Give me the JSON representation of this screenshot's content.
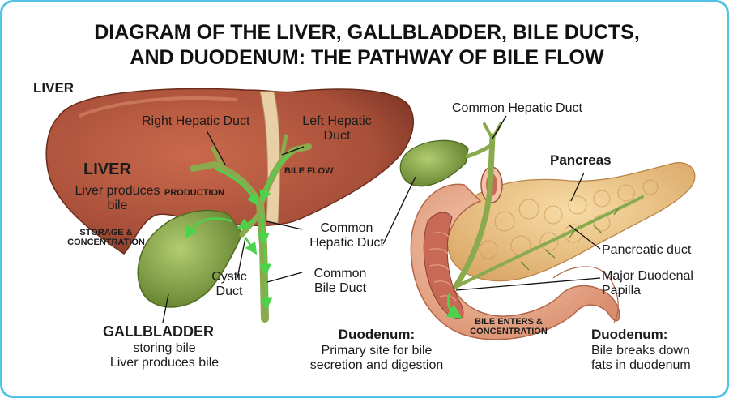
{
  "title": {
    "line1": "DIAGRAM OF THE LIVER, GALLBLADDER, BILE DUCTS,",
    "line2": "AND DUODENUM: THE PATHWAY OF BILE FLOW"
  },
  "left_panel": {
    "corner_label": "LIVER",
    "right_hepatic_duct": "Right Hepatic Duct",
    "left_hepatic_duct_1": "Left Hepatic",
    "left_hepatic_duct_2": "Duct",
    "bile_flow": "BILE FLOW",
    "liver_heading": "LIVER",
    "liver_desc_1": "Liver produces",
    "liver_desc_2": "bile",
    "production": "PRODUCTION",
    "storage_1": "STORAGE &",
    "storage_2": "CONCENTRATION",
    "common_hepatic_1": "Common",
    "common_hepatic_2": "Hepatic Duct",
    "cystic_1": "Cystic",
    "cystic_2": "Duct",
    "common_bile_1": "Common",
    "common_bile_2": "Bile Duct",
    "gallbladder_heading": "GALLBLADDER",
    "gallbladder_desc_1": "storing bile",
    "gallbladder_desc_2": "Liver produces bile"
  },
  "right_panel": {
    "common_hepatic_duct": "Common Hepatic Duct",
    "pancreas": "Pancreas",
    "pancreatic_duct": "Pancreatic duct",
    "major_papilla_1": "Major Duodenal",
    "major_papilla_2": "Papilla",
    "bile_enters_1": "BILE ENTERS &",
    "bile_enters_2": "CONCENTRATION",
    "duodenum_left_heading": "Duodenum:",
    "duodenum_left_desc_1": "Primary site for bile",
    "duodenum_left_desc_2": "secretion and digestion",
    "duodenum_right_heading": "Duodenum:",
    "duodenum_right_desc_1": "Bile breaks down",
    "duodenum_right_desc_2": "fats in duodenum"
  },
  "colors": {
    "frame": "#52c3e6",
    "liver": "#a9503a",
    "gallbladder": "#86a84a",
    "bile_duct": "#8aaa4e",
    "pancreas": "#efc98a",
    "duodenum": "#f0b89a",
    "arrow": "#4bd44b"
  }
}
